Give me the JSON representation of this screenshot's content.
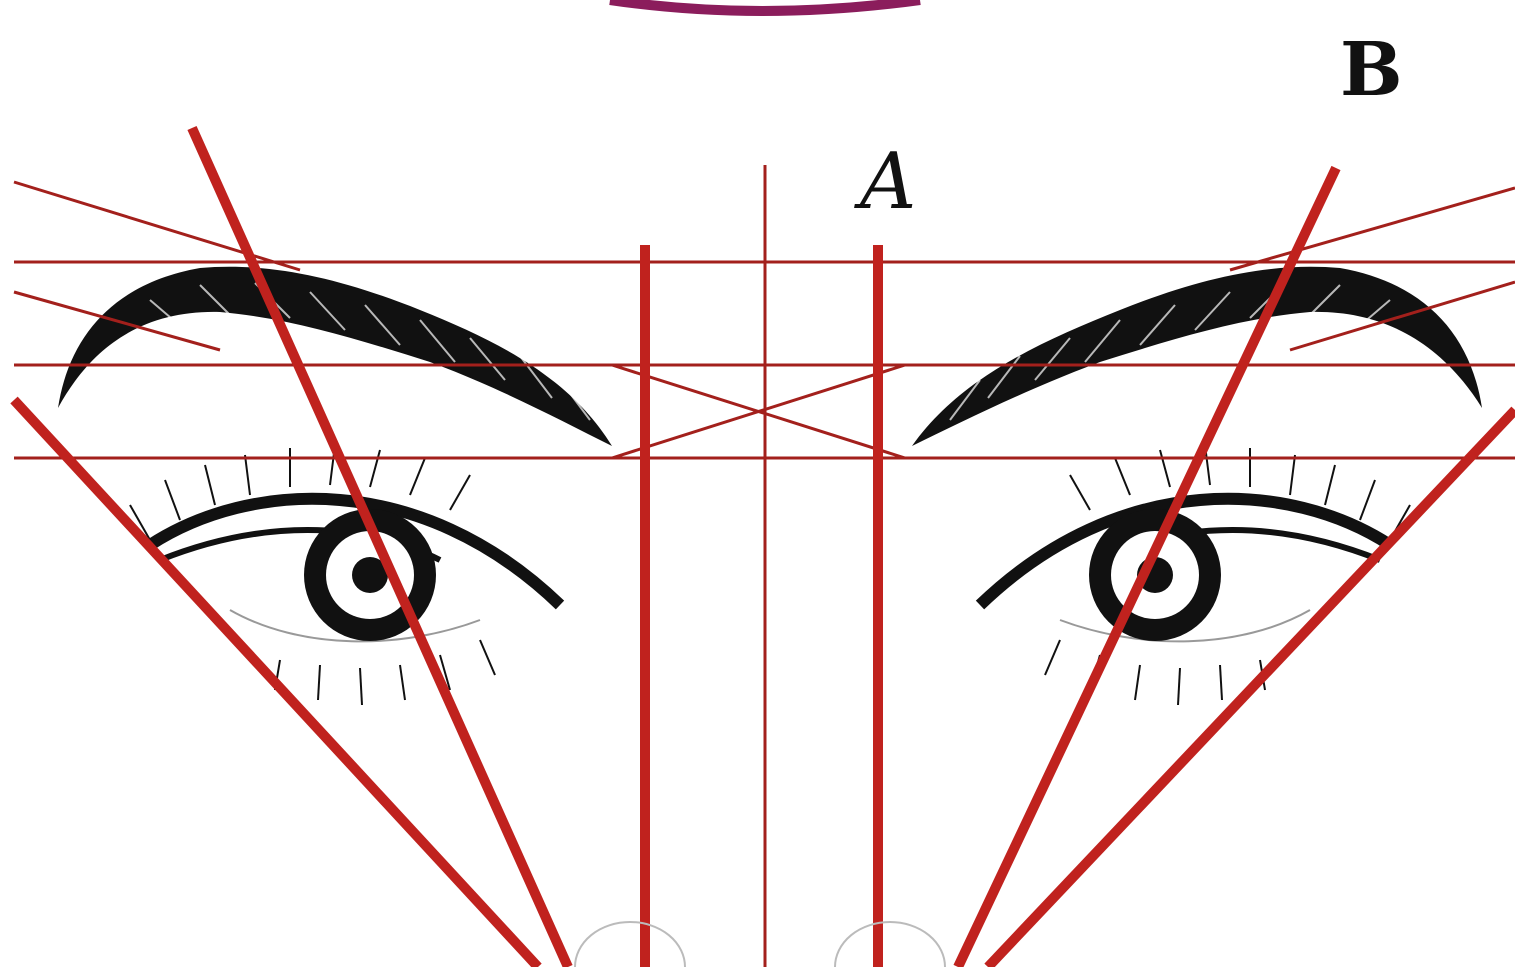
{
  "labels": {
    "a": "A",
    "b": "B"
  },
  "colors": {
    "guide_red": "#c0221e",
    "guide_thin": "#a3201c",
    "ink": "#111111",
    "background": "#ffffff",
    "arc_top": "#8b1d5c"
  },
  "icons": {
    "left_eyebrow": "eyebrow-illustration",
    "right_eyebrow": "eyebrow-illustration",
    "left_eye": "eye-illustration",
    "right_eye": "eye-illustration"
  }
}
